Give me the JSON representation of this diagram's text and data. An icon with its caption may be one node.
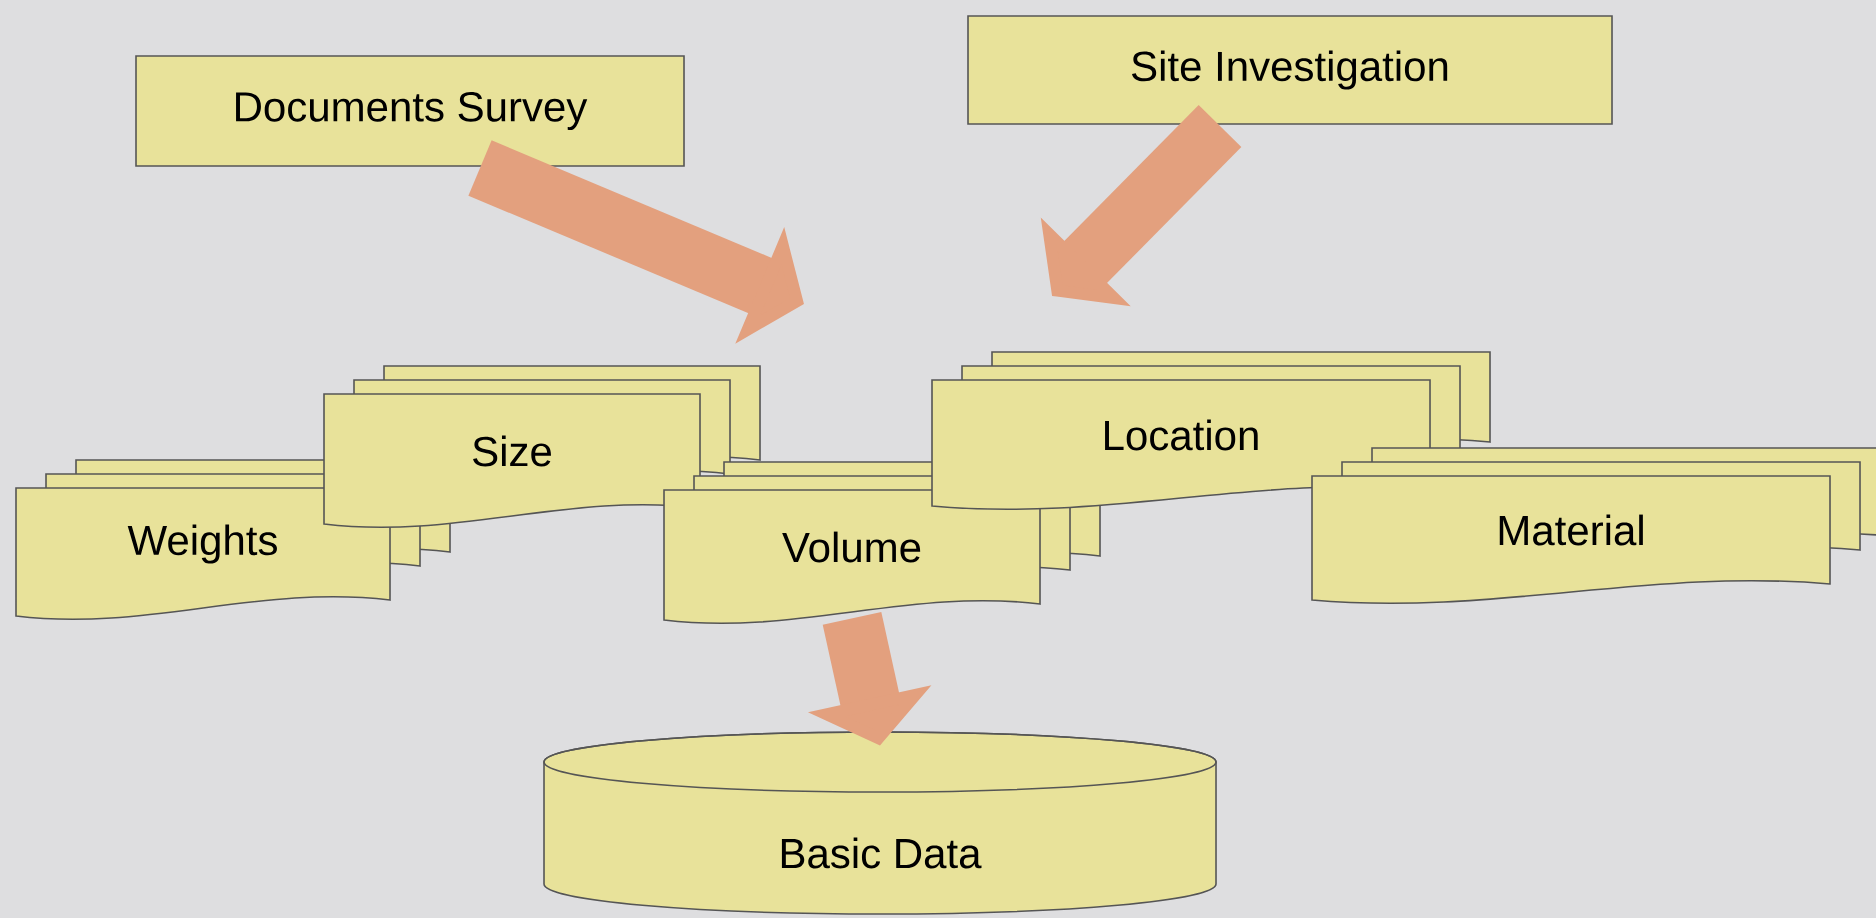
{
  "diagram": {
    "nodes": [
      {
        "text": [
          "Documents Survey"
        ]
      },
      {
        "text": [
          "Site Investigation"
        ]
      },
      {
        "text": [
          "Weights"
        ]
      },
      {
        "text": [
          "Size"
        ]
      },
      {
        "text": [
          "Volume"
        ]
      },
      {
        "text": [
          "Location"
        ]
      },
      {
        "text": [
          "Material"
        ]
      },
      {
        "text": [
          "Basic Data"
        ]
      }
    ],
    "edges": [
      {
        "from": 0,
        "to": null,
        "arrow": "to"
      },
      {
        "from": 1,
        "to": null,
        "arrow": "to"
      },
      {
        "from": 4,
        "to": 7,
        "arrow": "to"
      }
    ]
  }
}
